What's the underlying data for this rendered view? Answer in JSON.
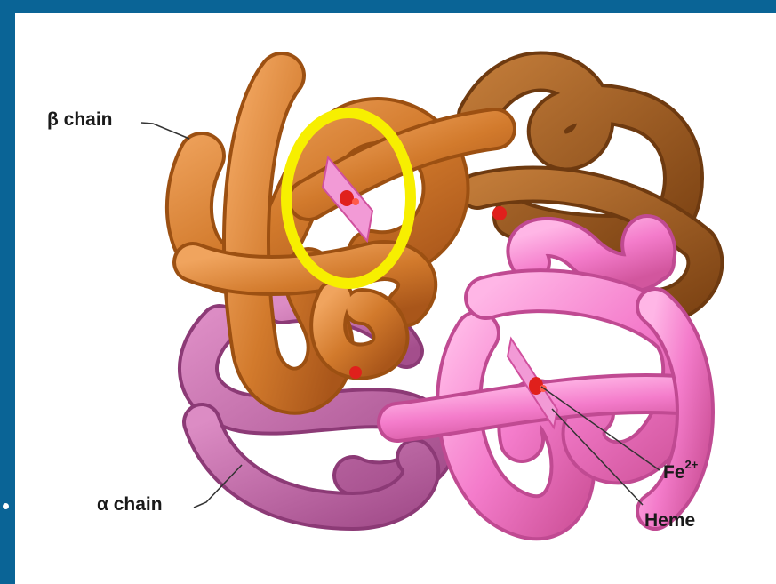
{
  "labels": {
    "beta_chain": "β chain",
    "alpha_chain": "α chain",
    "fe_base": "Fe",
    "fe_charge": "2+",
    "heme": "Heme"
  },
  "colors": {
    "frame": "#0a6496",
    "beta_orange": "#d27a2c",
    "beta_brown": "#9c5a1e",
    "alpha_pink": "#f07ac8",
    "alpha_mauve": "#c46aa8",
    "heme_plane": "#f29ad6",
    "iron": "#e0201c",
    "highlight": "#f7ef00"
  }
}
